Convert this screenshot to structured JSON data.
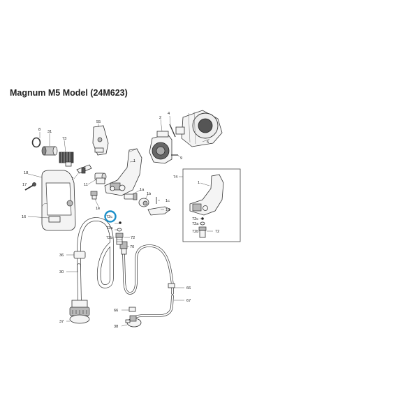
{
  "title": "Magnum M5 Model (24M623)",
  "highlight_color": "#1a8fc9",
  "highlighted_part": "72c",
  "labels": {
    "p1_main": "1",
    "p1_inset": "1",
    "p1a": "1a",
    "p1b": "1b",
    "p1c": "1c",
    "p1d": "1d",
    "p1e": "1e",
    "p2": "2",
    "p4": "4",
    "p5": "5",
    "p7": "7",
    "p8": "8",
    "p9": "9",
    "p11": "11",
    "p16": "16",
    "p17": "17",
    "p18": "18",
    "p30": "30",
    "p31": "31",
    "p36": "36",
    "p37": "37",
    "p38": "38",
    "p55": "55",
    "p66a": "66",
    "p66b": "66",
    "p67": "67",
    "p70": "70",
    "p72_main": "72",
    "p72_inset": "72",
    "p72a_main": "72a",
    "p72a_inset": "72a",
    "p72b_main": "72b",
    "p72b_inset": "72b",
    "p72c_main": "72c",
    "p72c_inset": "72c",
    "p73": "73",
    "p74": "74"
  }
}
